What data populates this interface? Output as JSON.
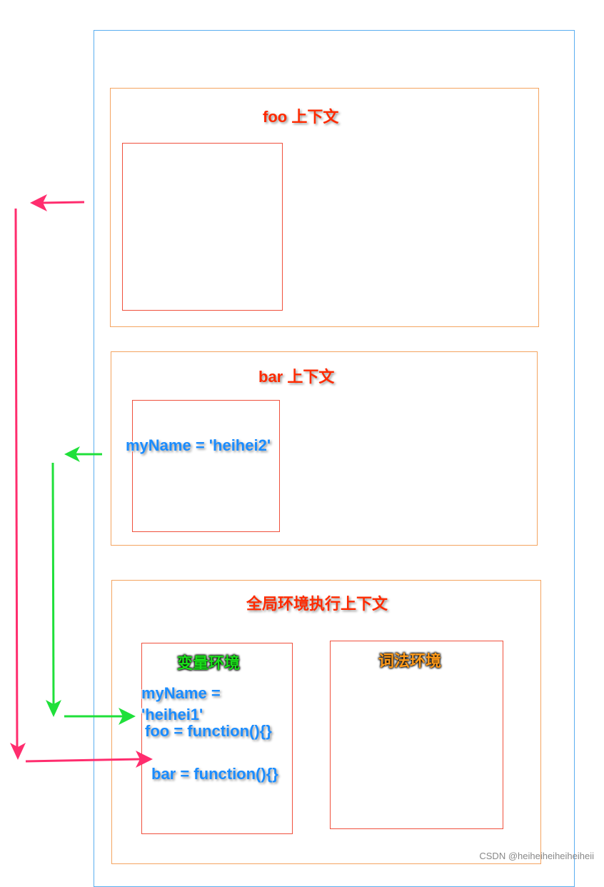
{
  "contexts": {
    "foo": {
      "title": "foo 上下文"
    },
    "bar": {
      "title": "bar 上下文",
      "assignment": "myName = 'heihei2'"
    },
    "global": {
      "title": "全局环境执行上下文",
      "variable_env": {
        "title": "变量环境",
        "lines": [
          "myName =",
          "'heihei1'",
          "foo = function(){}",
          "bar = function(){}"
        ]
      },
      "lexical_env": {
        "title": "词法环境"
      }
    }
  },
  "watermark": "CSDN @heiheiheiheiheiheii",
  "colors": {
    "pink_arrow": "#ff2d6e",
    "green_arrow": "#1fe03a",
    "stack_border": "#5aaef0"
  }
}
